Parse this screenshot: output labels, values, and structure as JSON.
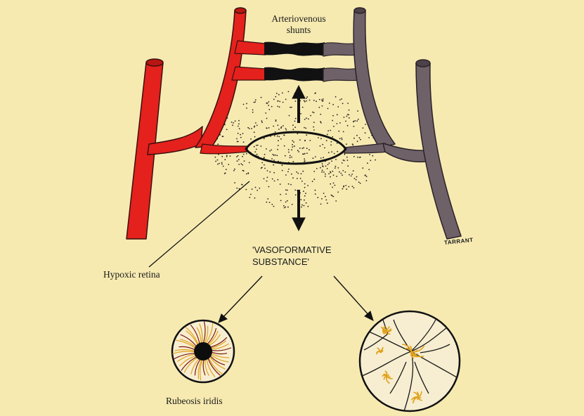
{
  "labels": {
    "shunts_line1": "Arteriovenous",
    "shunts_line2": "shunts",
    "substance_line1": "'VASOFORMATIVE",
    "substance_line2": "SUBSTANCE'",
    "hypoxic_retina": "Hypoxic retina",
    "rubeosis_iridis": "Rubeosis iridis",
    "signature": "TARRANT"
  },
  "colors": {
    "background": "#f6eab1",
    "artery": "#e4211c",
    "vein": "#6f6168",
    "shunt": "#111111",
    "neovessel": "#e1a21c"
  }
}
